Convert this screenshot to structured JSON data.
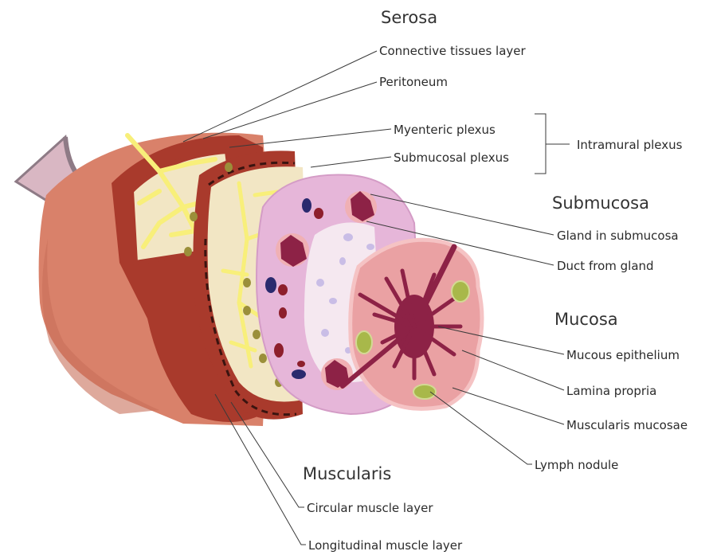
{
  "headings": {
    "serosa": "Serosa",
    "submucosa": "Submucosa",
    "mucosa": "Mucosa",
    "muscularis": "Muscularis"
  },
  "labels": {
    "connective_tissues_layer": "Connective tissues layer",
    "peritoneum": "Peritoneum",
    "myenteric_plexus": "Myenteric plexus",
    "submucosal_plexus": "Submucosal plexus",
    "intramural_plexus": "Intramural plexus",
    "gland_in_submucosa": "Gland in submucosa",
    "duct_from_gland": "Duct from gland",
    "mucous_epithelium": "Mucous epithelium",
    "lamina_propria": "Lamina propria",
    "muscularis_mucosae": "Muscularis mucosae",
    "lymph_nodule": "Lymph nodule",
    "circular_muscle_layer": "Circular muscle layer",
    "longitudinal_muscle_layer": "Longitudinal muscle layer"
  },
  "colors": {
    "serosa_outer": "#d9816a",
    "muscle_dark": "#a93a2c",
    "plexus_yellow": "#f8ef7a",
    "submucosa_pink": "#e6b6d9",
    "mucosa_pink": "#eaa1a3",
    "gland_maroon": "#8d2246",
    "lymph_green": "#a8b84a",
    "vessel_navy": "#2a2a6e",
    "peritoneum_flap": "#d9b7c3"
  }
}
